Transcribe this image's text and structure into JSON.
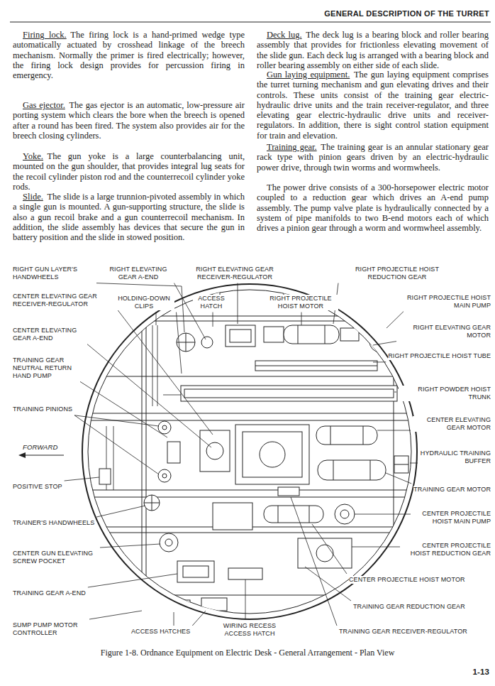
{
  "diagram": {
    "title": "GENERAL DESCRIPTION OF THE TURRET",
    "caption": "Figure 1-8. Ordnance Equipment on Electric Desk - General Arrangement - Plan View",
    "labels": [
      "Firing lock.",
      "The firing lock is a hand-primed wedge type automatically actuated by crosshead linkage of the breech mechanism. Normally the primer is fired electrically; however, the firing lock design provides for percussion firing in emergency.",
      "Gas ejector.",
      "The gas ejector is an automatic, low-pressure air porting system which clears the bore when the breech is opened after a round has been fired. The system also provides air for the breech closing cylinders.",
      "Yoke.",
      "The gun yoke is a large counterbalancing unit, mounted on the gun shoulder, that provides integral lug seats for the recoil cylinder piston rod and the counterrecoil cylinder yoke rods.",
      "Slide.",
      "The slide is a large trunnion-pivoted assembly in which a single gun is mounted. A gun-supporting structure, the slide is also a gun recoil brake and a gun counterrecoil mechanism. In addition, the slide assembly has devices that secure the gun in battery position and the slide in stowed position.",
      "Deck lug.",
      "The deck lug is a bearing block and roller bearing assembly that provides for frictionless elevating movement of the slide gun. Each deck lug is arranged with a bearing block and roller bearing assembly on either side of each slide.",
      "Gun laying equipment.",
      "The gun laying equipment comprises the turret turning mechanism and gun elevating drives and their controls. These units consist of the training gear electric-hydraulic drive units and the train receiver-regulator, and three elevating gear electric-hydraulic drive units and receiver-regulators. In addition, there is sight control station equipment for train and elevation.",
      "Training gear.",
      "The training gear is an annular stationary gear rack type with pinion gears driven by an electric-hydraulic power drive, through twin worms and wormwheels.",
      "The power drive consists of a 300-horsepower electric motor coupled to a reduction gear which drives an A-end pump assembly. The pump valve plate is hydraulically connected by a system of pipe manifolds to two B-end motors each of which drives a pinion gear through a worm and wormwheel assembly.",
      "RIGHT GUN LAYER'S HANDWHEELS",
      "RIGHT ELEVATING GEAR A-END",
      "RIGHT ELEVATING GEAR RECEIVER-REGULATOR",
      "RIGHT PROJECTILE HOIST REDUCTION GEAR",
      "CENTER ELEVATING GEAR RECEIVER-REGULATOR",
      "HOLDING-DOWN CLIPS",
      "ACCESS HATCH",
      "RIGHT PROJECTILE HOIST MOTOR",
      "RIGHT PROJECTILE HOIST MAIN PUMP",
      "CENTER ELEVATING GEAR A-END",
      "RIGHT ELEVATING GEAR MOTOR",
      "TRAINING GEAR NEUTRAL RETURN HAND PUMP",
      "RIGHT PROJECTILE HOIST TUBE",
      "TRAINING PINIONS",
      "RIGHT POWDER HOIST TRUNK",
      "FORWARD",
      "CENTER ELEVATING GEAR MOTOR",
      "HYDRAULIC TRAINING BUFFER",
      "POSITIVE STOP",
      "TRAINING GEAR MOTOR",
      "TRAINER'S HANDWHEELS",
      "CENTER PROJECTILE HOIST MAIN PUMP",
      "CENTER PROJECTILE HOIST REDUCTION GEAR",
      "CENTER GUN ELEVATING SCREW POCKET",
      "CENTER PROJECTILE HOIST MOTOR",
      "TRAINING GEAR A-END",
      "TRAINING GEAR REDUCTION GEAR",
      "SUMP PUMP MOTOR CONTROLLER",
      "ACCESS HATCHES",
      "WIRING RECESS ACCESS HATCH",
      "TRAINING GEAR RECEIVER-REGULATOR",
      "1-13"
    ]
  }
}
